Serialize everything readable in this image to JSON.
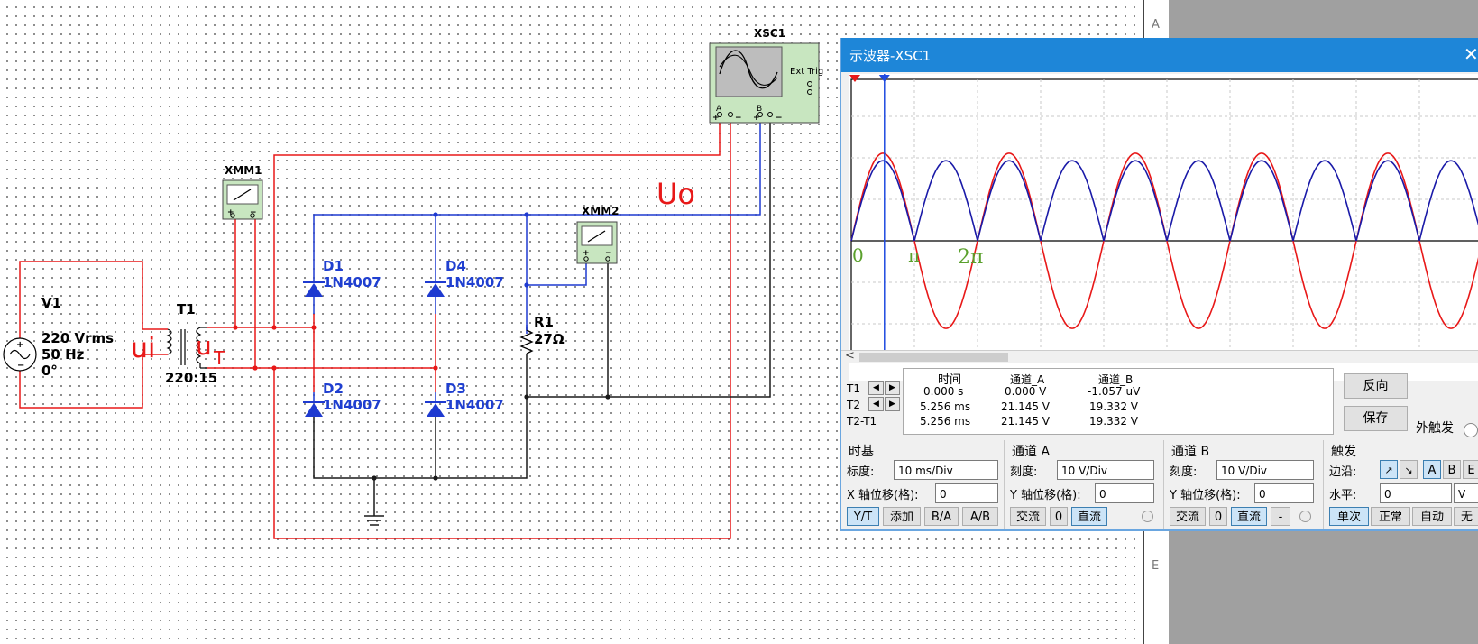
{
  "schematic": {
    "source": {
      "name": "V1",
      "voltage": "220 Vrms",
      "freq": "50 Hz",
      "phase": "0°"
    },
    "transformer": {
      "name": "T1",
      "ratio": "220:15"
    },
    "meters": {
      "xmm1": "XMM1",
      "xmm2": "XMM2",
      "scope": "XSC1",
      "ext_trig": "Ext Trig",
      "pin_a": "A",
      "pin_b": "B"
    },
    "diodes": [
      {
        "name": "D1",
        "part": "1N4007"
      },
      {
        "name": "D4",
        "part": "1N4007"
      },
      {
        "name": "D2",
        "part": "1N4007"
      },
      {
        "name": "D3",
        "part": "1N4007"
      }
    ],
    "resistor": {
      "name": "R1",
      "value": "27Ω"
    },
    "annotations": {
      "ui": "ui",
      "ut": "u",
      "ut_sub": "T",
      "uo": "Uo"
    }
  },
  "border_letters": [
    "A",
    "E"
  ],
  "oscilloscope": {
    "title": "示波器-XSC1",
    "close": "✕",
    "screen_labels": {
      "zero": "0",
      "pi": "π",
      "two_pi": "2π"
    },
    "readout": {
      "headers": [
        "时间",
        "通道_A",
        "通道_B"
      ],
      "rows": [
        {
          "name": "T1",
          "time": "0.000 s",
          "a": "0.000 V",
          "b": "-1.057 uV"
        },
        {
          "name": "T2",
          "time": "5.256 ms",
          "a": "21.145 V",
          "b": "19.332 V"
        },
        {
          "name": "T2-T1",
          "time": "5.256 ms",
          "a": "21.145 V",
          "b": "19.332 V"
        }
      ]
    },
    "buttons": {
      "reverse": "反向",
      "save": "保存",
      "ext_trigger": "外触发"
    },
    "timebase": {
      "title": "时基",
      "scale_label": "标度:",
      "scale": "10 ms/Div",
      "xpos_label": "X 轴位移(格):",
      "xpos": "0",
      "modes": [
        "Y/T",
        "添加",
        "B/A",
        "A/B"
      ]
    },
    "channel_a": {
      "title": "通道 A",
      "scale_label": "刻度:",
      "scale": "10  V/Div",
      "ypos_label": "Y 轴位移(格):",
      "ypos": "0",
      "coupling": [
        "交流",
        "0",
        "直流"
      ]
    },
    "channel_b": {
      "title": "通道 B",
      "scale_label": "刻度:",
      "scale": "10  V/Div",
      "ypos_label": "Y 轴位移(格):",
      "ypos": "0",
      "coupling": [
        "交流",
        "0",
        "直流",
        "-"
      ]
    },
    "trigger": {
      "title": "触发",
      "edge_label": "边沿:",
      "edge_buttons": [
        "A",
        "B",
        "E"
      ],
      "level_label": "水平:",
      "level": "0",
      "level_unit": "V",
      "modes": [
        "单次",
        "正常",
        "自动",
        "无"
      ]
    },
    "waveforms": {
      "amplitude_a": 21.1,
      "amplitude_b": 19.3,
      "frequency_hz": 50,
      "time_per_div_ms": 10,
      "volts_per_div": 10,
      "cursor_t2_ms": 5.256,
      "colors": {
        "channel_a": "#e81818",
        "channel_b": "#1a1aa8",
        "cursor": "#1e4ae0",
        "pi_labels": "#5aa02c"
      }
    }
  }
}
